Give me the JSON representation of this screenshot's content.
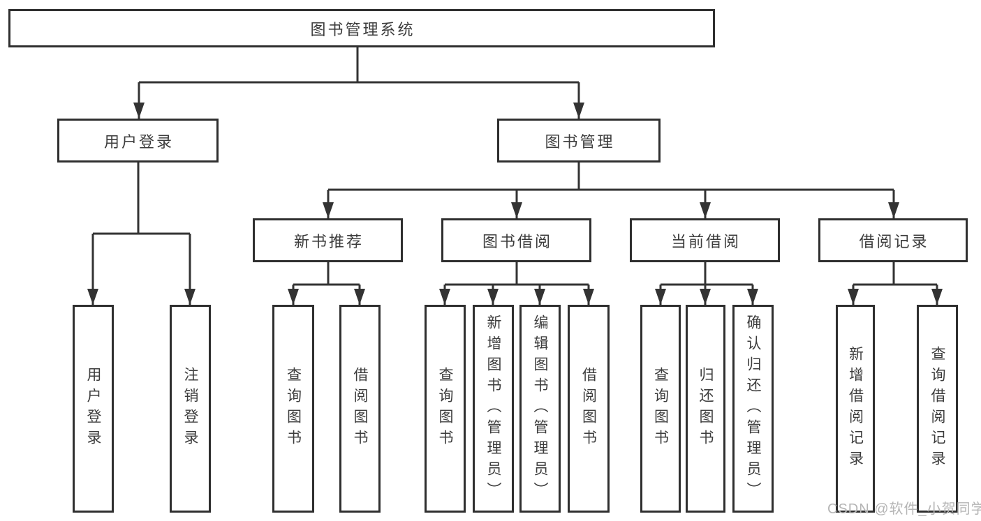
{
  "diagram_title": "图书管理系统",
  "tree": {
    "root": {
      "label": "图书管理系统"
    },
    "children": [
      {
        "label": "用户登录",
        "children": [
          {
            "label": "用户登录"
          },
          {
            "label": "注销登录"
          }
        ]
      },
      {
        "label": "图书管理",
        "children": [
          {
            "label": "新书推荐",
            "children": [
              {
                "label": "查询图书"
              },
              {
                "label": "借阅图书"
              }
            ]
          },
          {
            "label": "图书借阅",
            "children": [
              {
                "label": "查询图书"
              },
              {
                "label": "新增图书（管理员）"
              },
              {
                "label": "编辑图书（管理员）"
              },
              {
                "label": "借阅图书"
              }
            ]
          },
          {
            "label": "当前借阅",
            "children": [
              {
                "label": "查询图书"
              },
              {
                "label": "归还图书"
              },
              {
                "label": "确认归还（管理员）"
              }
            ]
          },
          {
            "label": "借阅记录",
            "children": [
              {
                "label": "新增借阅记录"
              },
              {
                "label": "查询借阅记录"
              }
            ]
          }
        ]
      }
    ]
  },
  "watermark": {
    "text": "CSDN @软件_小贺同学"
  },
  "colors": {
    "line": "#333333",
    "box_border": "#2f2f2f",
    "text": "#3c3c3c",
    "watermark": "#b5b5b5",
    "background": "#ffffff"
  }
}
